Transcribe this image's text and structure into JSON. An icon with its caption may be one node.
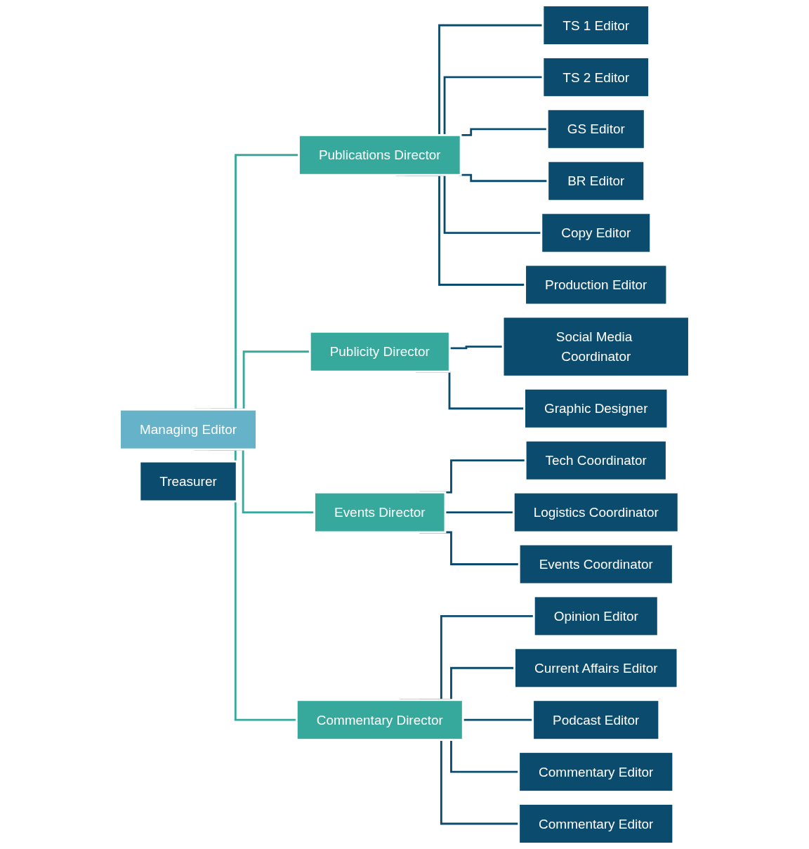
{
  "diagram": {
    "nodes": [
      {
        "text": [
          "Managing Editor"
        ]
      },
      {
        "text": [
          "Treasurer"
        ]
      },
      {
        "text": [
          "Publications Director"
        ]
      },
      {
        "text": [
          "Publicity Director"
        ]
      },
      {
        "text": [
          "Events Director"
        ]
      },
      {
        "text": [
          "Commentary Director"
        ]
      },
      {
        "text": [
          "TS 1 Editor"
        ]
      },
      {
        "text": [
          "TS 2 Editor"
        ]
      },
      {
        "text": [
          "GS Editor"
        ]
      },
      {
        "text": [
          "BR Editor"
        ]
      },
      {
        "text": [
          "Copy Editor"
        ]
      },
      {
        "text": [
          "Production Editor"
        ]
      },
      {
        "text": [
          "Social Media Coordinator"
        ]
      },
      {
        "text": [
          "Graphic Designer"
        ]
      },
      {
        "text": [
          "Tech Coordinator"
        ]
      },
      {
        "text": [
          "Logistics Coordinator"
        ]
      },
      {
        "text": [
          "Events Coordinator"
        ]
      },
      {
        "text": [
          "Opinion Editor"
        ]
      },
      {
        "text": [
          "Current Affairs Editor"
        ]
      },
      {
        "text": [
          "Podcast Editor"
        ]
      },
      {
        "text": [
          "Commentary Editor"
        ]
      },
      {
        "text": [
          "Commentary Editor"
        ]
      }
    ],
    "edges": [
      {
        "from": 0,
        "to": 2,
        "arrow": "none",
        "color": "#36a99c"
      },
      {
        "from": 0,
        "to": 3,
        "arrow": "none",
        "color": "#36a99c"
      },
      {
        "from": 0,
        "to": 4,
        "arrow": "none",
        "color": "#36a99c"
      },
      {
        "from": 0,
        "to": 5,
        "arrow": "none",
        "color": "#36a99c"
      },
      {
        "from": 2,
        "to": 6,
        "arrow": "none"
      },
      {
        "from": 2,
        "to": 7,
        "arrow": "none"
      },
      {
        "from": 2,
        "to": 8,
        "arrow": "none"
      },
      {
        "from": 2,
        "to": 9,
        "arrow": "none"
      },
      {
        "from": 2,
        "to": 10,
        "arrow": "none"
      },
      {
        "from": 2,
        "to": 11,
        "arrow": "none"
      },
      {
        "from": 3,
        "to": 12,
        "arrow": "none"
      },
      {
        "from": 3,
        "to": 13,
        "arrow": "none"
      },
      {
        "from": 4,
        "to": 14,
        "arrow": "none"
      },
      {
        "from": 4,
        "to": 15,
        "arrow": "none"
      },
      {
        "from": 4,
        "to": 16,
        "arrow": "none"
      },
      {
        "from": 5,
        "to": 17,
        "arrow": "none"
      },
      {
        "from": 5,
        "to": 18,
        "arrow": "none"
      },
      {
        "from": 5,
        "to": 19,
        "arrow": "none"
      },
      {
        "from": 5,
        "to": 20,
        "arrow": "none"
      },
      {
        "from": 5,
        "to": 21,
        "arrow": "none"
      }
    ]
  }
}
